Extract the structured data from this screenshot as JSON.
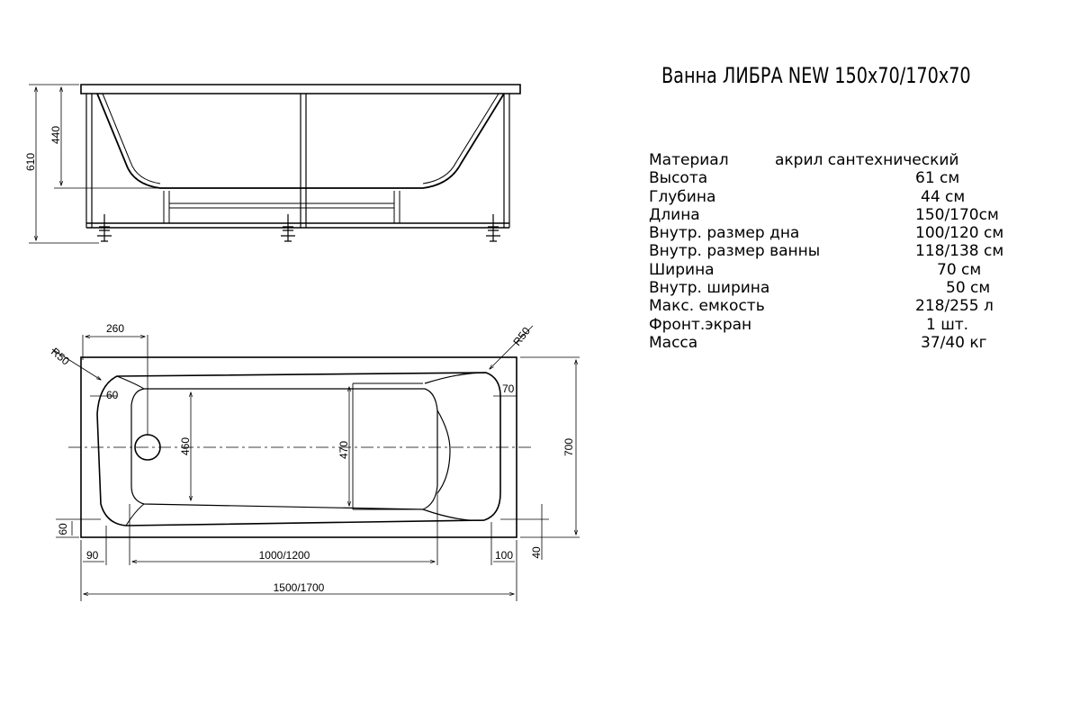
{
  "title": "Ванна ЛИБРА NEW 150x70/170x70",
  "specs": [
    {
      "label": "Материал",
      "value": "акрил сантехнический"
    },
    {
      "label": "Высота",
      "value": "61 см"
    },
    {
      "label": "Глубина",
      "value": "44 см"
    },
    {
      "label": "Длина",
      "value": "150/170см"
    },
    {
      "label": "Внутр. размер дна",
      "value": "100/120 см"
    },
    {
      "label": "Внутр. размер ванны",
      "value": "118/138 см"
    },
    {
      "label": "Ширина",
      "value": "70 см"
    },
    {
      "label": "Внутр. ширина",
      "value": "50 см"
    },
    {
      "label": "Макс. емкость",
      "value": "218/255 л"
    },
    {
      "label": "Фронт.экран",
      "value": "1 шт."
    },
    {
      "label": "Масса",
      "value": "37/40 кг"
    }
  ],
  "side_view": {
    "dim_total_height": "610",
    "dim_depth": "440"
  },
  "top_view": {
    "dim_drain_offset": "260",
    "dim_radius_left": "R50",
    "dim_radius_right": "R50",
    "dim_left_rim": "60",
    "dim_right_rim": "70",
    "dim_inner_width_left": "460",
    "dim_inner_width_right": "470",
    "dim_width": "700",
    "dim_front_rim": "60",
    "dim_left_end": "90",
    "dim_bottom_length": "1000/1200",
    "dim_right_end": "100",
    "dim_right_front": "40",
    "dim_total_length": "1500/1700"
  }
}
